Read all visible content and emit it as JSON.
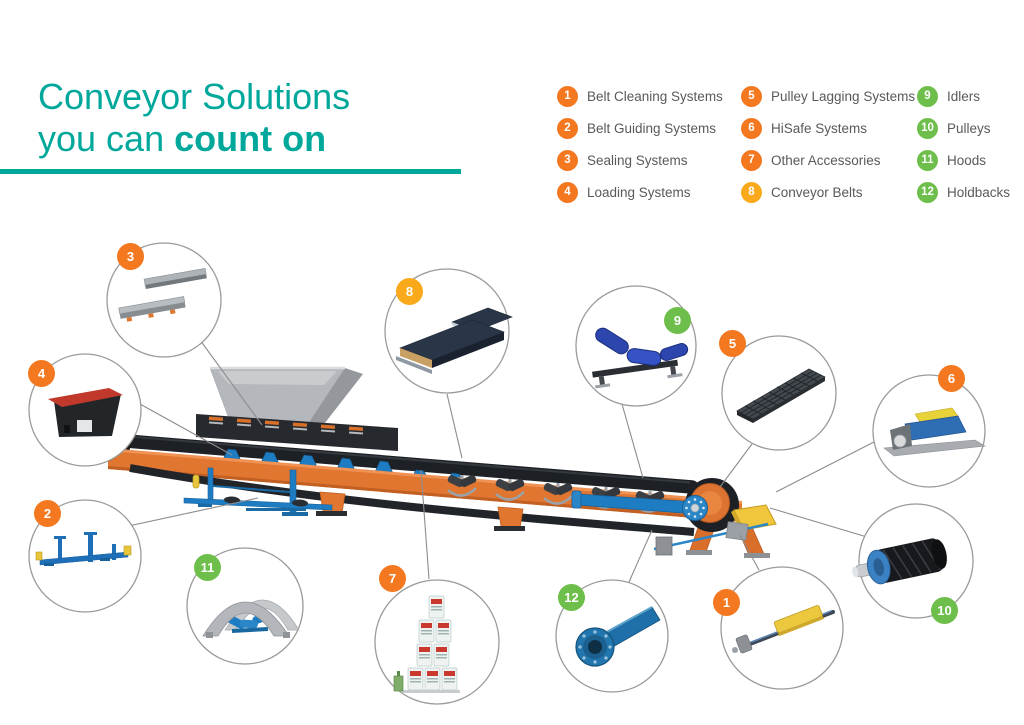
{
  "title": {
    "line1": "Conveyor Solutions",
    "line2_regular": "you can ",
    "line2_bold": "count on"
  },
  "legend": {
    "items": [
      {
        "num": "1",
        "label": "Belt Cleaning Systems",
        "color": "orange"
      },
      {
        "num": "2",
        "label": "Belt Guiding Systems",
        "color": "orange"
      },
      {
        "num": "3",
        "label": "Sealing Systems",
        "color": "orange"
      },
      {
        "num": "4",
        "label": "Loading Systems",
        "color": "orange"
      },
      {
        "num": "5",
        "label": "Pulley Lagging Systems",
        "color": "orange"
      },
      {
        "num": "6",
        "label": "HiSafe Systems",
        "color": "orange"
      },
      {
        "num": "7",
        "label": "Other Accessories",
        "color": "orange"
      },
      {
        "num": "8",
        "label": "Conveyor Belts",
        "color": "amber"
      },
      {
        "num": "9",
        "label": "Idlers",
        "color": "green"
      },
      {
        "num": "10",
        "label": "Pulleys",
        "color": "green"
      },
      {
        "num": "11",
        "label": "Hoods",
        "color": "green"
      },
      {
        "num": "12",
        "label": "Holdbacks",
        "color": "green"
      }
    ]
  },
  "callouts": {
    "c1": {
      "num": "1",
      "color": "orange",
      "item": "belt-cleaning-system"
    },
    "c2": {
      "num": "2",
      "color": "orange",
      "item": "belt-guiding-system"
    },
    "c3": {
      "num": "3",
      "color": "orange",
      "item": "sealing-system"
    },
    "c4": {
      "num": "4",
      "color": "orange",
      "item": "loading-system"
    },
    "c5": {
      "num": "5",
      "color": "orange",
      "item": "pulley-lagging-system"
    },
    "c6": {
      "num": "6",
      "color": "orange",
      "item": "hisafe-system"
    },
    "c7": {
      "num": "7",
      "color": "orange",
      "item": "other-accessories"
    },
    "c8": {
      "num": "8",
      "color": "amber",
      "item": "conveyor-belt"
    },
    "c9": {
      "num": "9",
      "color": "green",
      "item": "idler"
    },
    "c10": {
      "num": "10",
      "color": "green",
      "item": "pulley"
    },
    "c11": {
      "num": "11",
      "color": "green",
      "item": "hood"
    },
    "c12": {
      "num": "12",
      "color": "green",
      "item": "holdback"
    }
  },
  "colors": {
    "teal": "#00A79B",
    "orange": "#F4781F",
    "amber": "#F9A91A",
    "green": "#6DBE4B",
    "text_gray": "#58595B",
    "line_gray": "#8C8C8C",
    "circle_gray": "#9A9A9A",
    "conveyor_orange": "#E0762F",
    "machine_blue": "#1E7DC2",
    "belt_black": "#1D2024"
  }
}
